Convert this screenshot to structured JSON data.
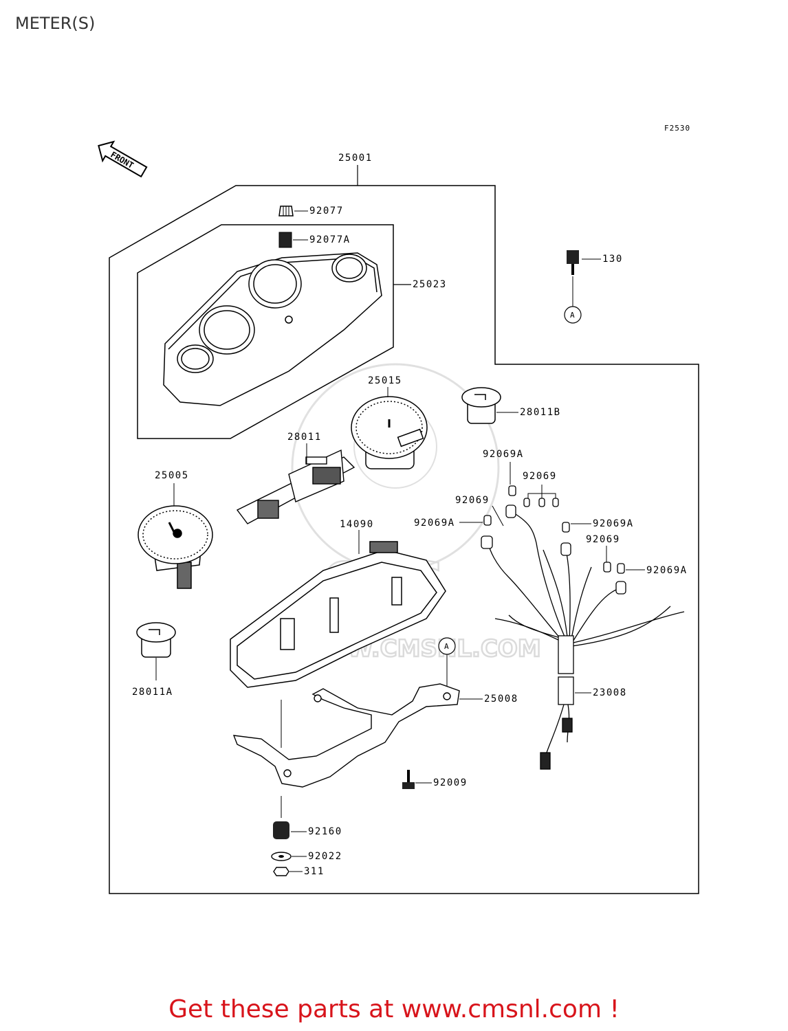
{
  "title": "METER(S)",
  "figure_code": "F2530",
  "front_marker": "FRONT",
  "reference_marker": "A",
  "watermark": {
    "brand": "CMS",
    "site": "WWW.CMSNL.COM"
  },
  "footer_text": "Get these parts at www.cmsnl.com !",
  "parts": {
    "p25001": "25001",
    "p92077": "92077",
    "p92077a": "92077A",
    "p25023": "25023",
    "p130": "130",
    "p25015": "25015",
    "p28011b": "28011B",
    "p28011": "28011",
    "p25005": "25005",
    "p14090": "14090",
    "p92069a_top": "92069A",
    "p92069_a": "92069",
    "p92069_b": "92069",
    "p92069a_left": "92069A",
    "p92069a_right": "92069A",
    "p92069_c": "92069",
    "p92069a_right2": "92069A",
    "p28011a": "28011A",
    "p25008": "25008",
    "p23008": "23008",
    "p92009": "92009",
    "p92160": "92160",
    "p92022": "92022",
    "p311": "311"
  }
}
